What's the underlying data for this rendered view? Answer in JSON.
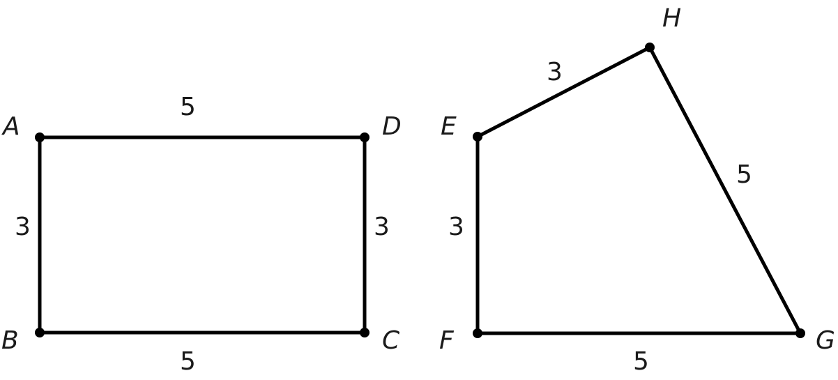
{
  "figures": {
    "rectangle": {
      "vertices": {
        "A": "A",
        "B": "B",
        "C": "C",
        "D": "D"
      },
      "side_lengths": {
        "AD": "5",
        "BC": "5",
        "AB": "3",
        "DC": "3"
      }
    },
    "quadrilateral": {
      "vertices": {
        "E": "E",
        "F": "F",
        "G": "G",
        "H": "H"
      },
      "side_lengths": {
        "EH": "3",
        "HG": "5",
        "EF": "3",
        "FG": "5"
      }
    }
  },
  "colors": {
    "stroke": "#000000",
    "text": "#1a1a1a",
    "background": "#ffffff"
  }
}
